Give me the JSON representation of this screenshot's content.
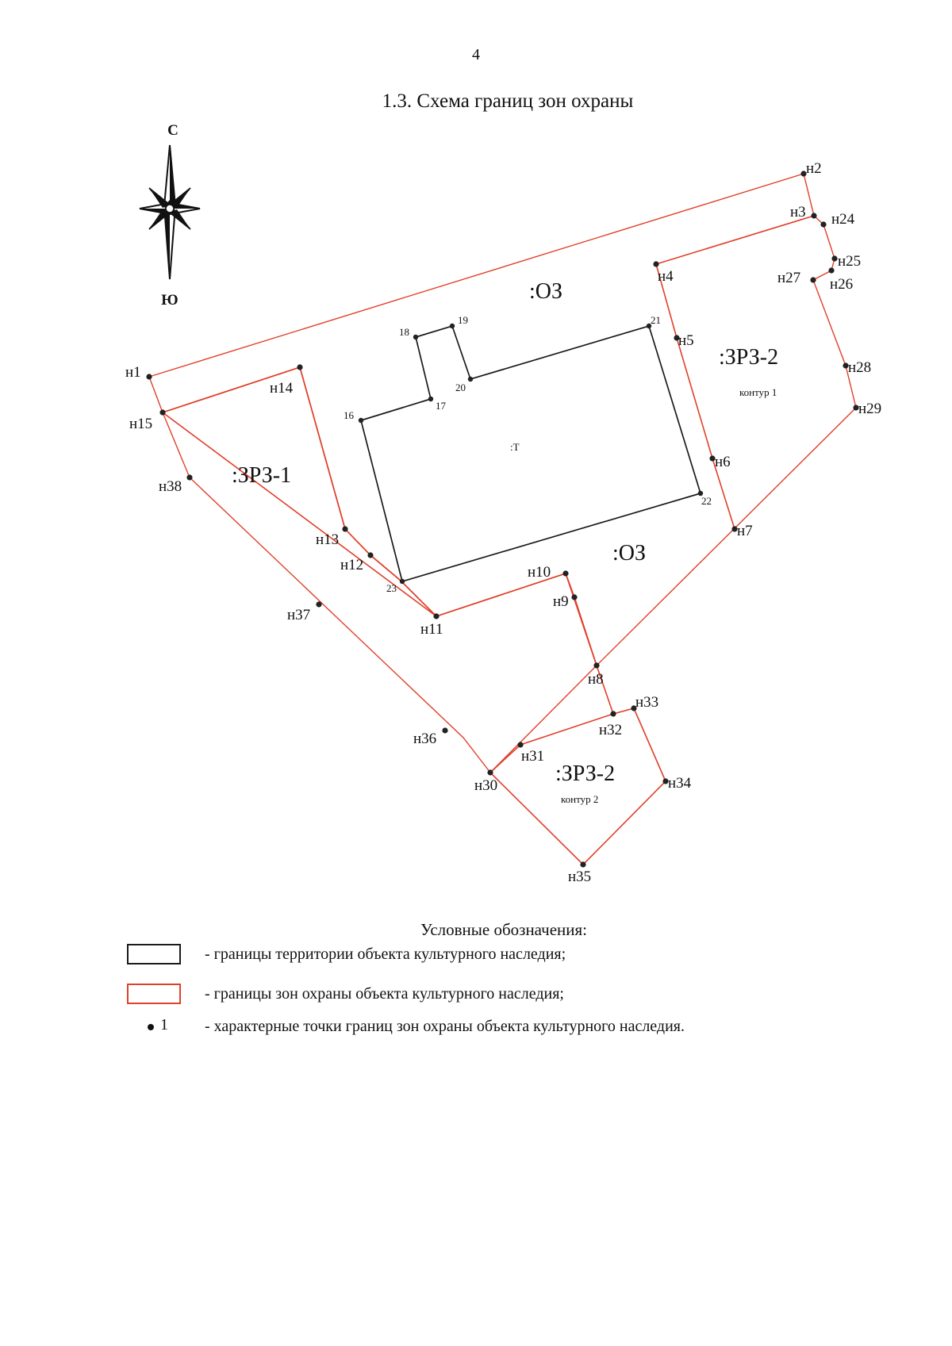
{
  "page": {
    "number": "4",
    "title": "1.3. Схема границ зон охраны"
  },
  "compass": {
    "north": "С",
    "south": "Ю"
  },
  "colors": {
    "territory_boundary": "#1a1a1a",
    "zone_boundary": "#e0402a"
  },
  "zones": [
    {
      "id": "oz_top",
      "label": ":ОЗ"
    },
    {
      "id": "oz_bottom",
      "label": ":ОЗ"
    },
    {
      "id": "zrz1",
      "label": ":ЗРЗ-1"
    },
    {
      "id": "zrz2_c1",
      "label": ":ЗРЗ-2",
      "sublabel": "контур 1"
    },
    {
      "id": "zrz2_c2",
      "label": ":ЗРЗ-2",
      "sublabel": "контур 2"
    },
    {
      "id": "territory",
      "label": ":Т"
    }
  ],
  "points": {
    "territory": [
      "16",
      "17",
      "18",
      "19",
      "20",
      "21",
      "22",
      "23"
    ],
    "zones": [
      "н1",
      "н2",
      "н3",
      "н4",
      "н5",
      "н6",
      "н7",
      "н8",
      "н9",
      "н10",
      "н11",
      "н12",
      "н13",
      "н14",
      "н15",
      "н24",
      "н25",
      "н26",
      "н27",
      "н28",
      "н29",
      "н30",
      "н31",
      "н32",
      "н33",
      "н34",
      "н35",
      "н36",
      "н37",
      "н38"
    ]
  },
  "legend": {
    "title": "Условные обозначения:",
    "items": [
      {
        "id": "territory",
        "text": "- границы территории объекта культурного наследия;"
      },
      {
        "id": "zones",
        "text": "- границы зон охраны объекта культурного наследия;"
      },
      {
        "id": "points",
        "text": "- характерные точки границ зон охраны объекта культурного наследия.",
        "marker": "1"
      }
    ]
  }
}
